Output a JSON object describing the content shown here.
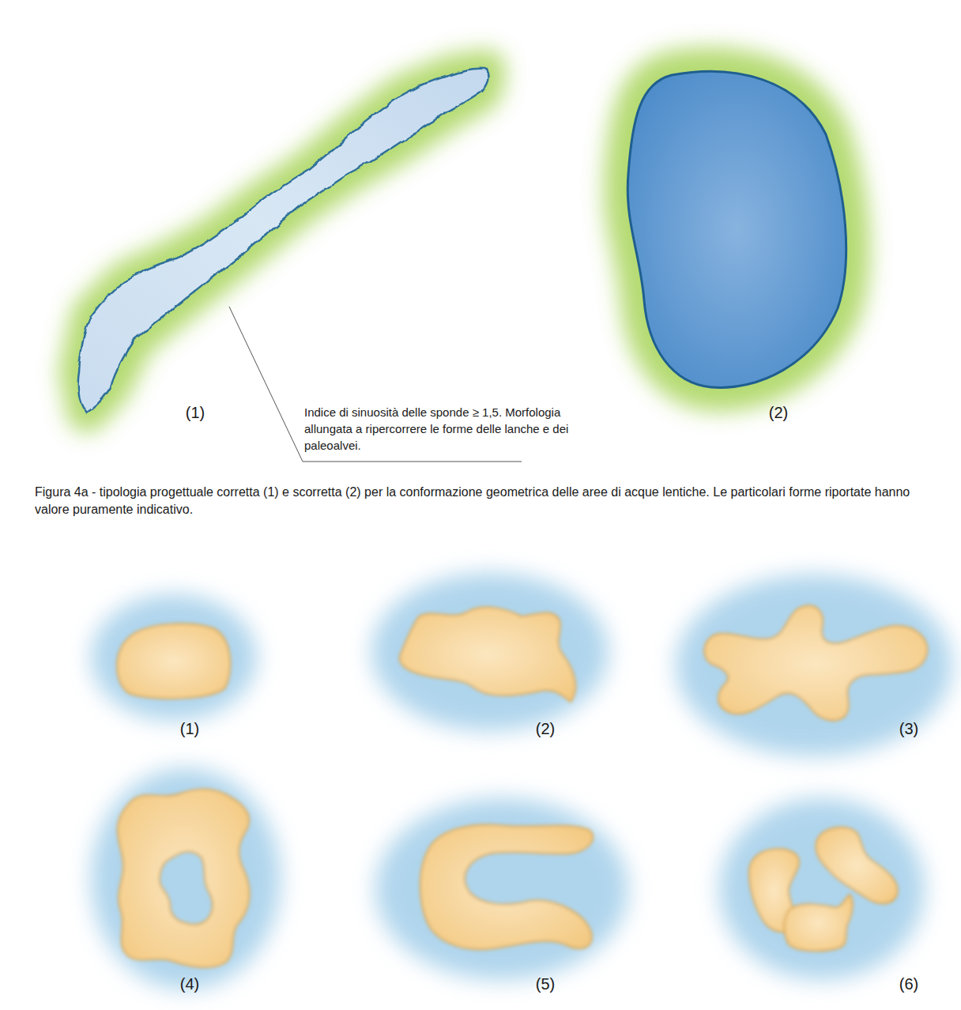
{
  "diagram": {
    "caption": "Figura 4a - tipologia progettuale corretta (1) e scorretta (2) per la conformazione geometrica delle aree di acque lentiche. Le particolari forme riportate hanno valore puramente indicativo.",
    "labels": [
      "Indice di sinuosità delle sponde ≥ 1,5. Morfologia allungata a ripercorrere le forme delle lanche e dei paleoalvei.",
      "(1)",
      "(2)",
      "(1)",
      "(2)",
      "(3)",
      "(4)",
      "(5)",
      "(6)"
    ]
  }
}
